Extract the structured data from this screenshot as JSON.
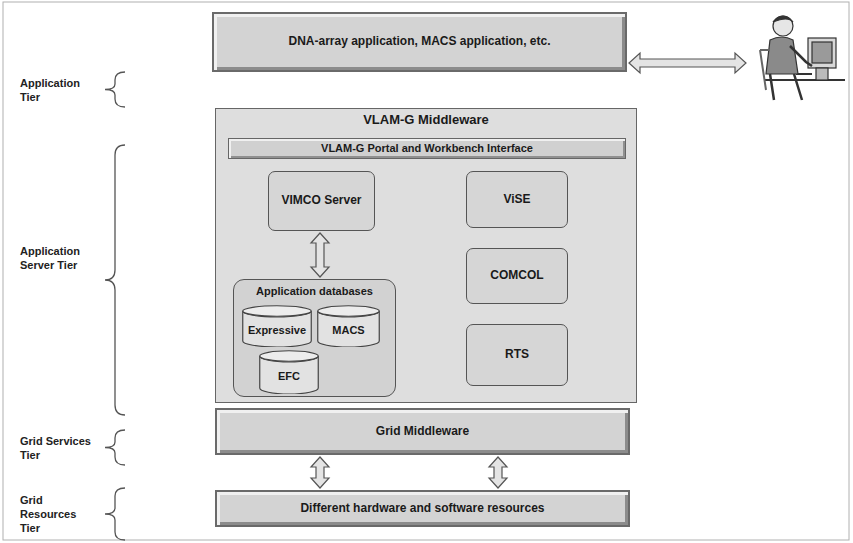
{
  "diagram": {
    "nodes": [
      {
        "text": [
          "DNA-array application, MACS application, etc."
        ]
      },
      {
        "text": [
          "VLAM-G Middleware"
        ]
      },
      {
        "text": [
          "VLAM-G Portal and Workbench Interface"
        ],
        "in": 1
      },
      {
        "text": [
          "VIMCO Server"
        ],
        "in": 1
      },
      {
        "text": [
          "ViSE"
        ],
        "in": 1
      },
      {
        "text": [
          "Application databases"
        ],
        "in": 1
      },
      {
        "text": [
          "Expressive"
        ],
        "in": 5
      },
      {
        "text": [
          "MACS"
        ],
        "in": 5
      },
      {
        "text": [
          "EFC"
        ],
        "in": 5
      },
      {
        "text": [
          "COMCOL"
        ],
        "in": 1
      },
      {
        "text": [
          "RTS"
        ],
        "in": 1
      },
      {
        "text": [
          "Grid Middleware"
        ]
      },
      {
        "text": [
          "Different hardware and software resources"
        ]
      }
    ],
    "edges": [
      {
        "from": 3,
        "to": 5,
        "arrow": "both"
      },
      {
        "from": 11,
        "to": 12,
        "arrow": "both"
      },
      {
        "from": 11,
        "to": 12,
        "arrow": "both"
      }
    ],
    "labels": [
      "Application Tier",
      "Application Server Tier",
      "Grid Services Tier",
      "Grid Resources Tier"
    ]
  }
}
